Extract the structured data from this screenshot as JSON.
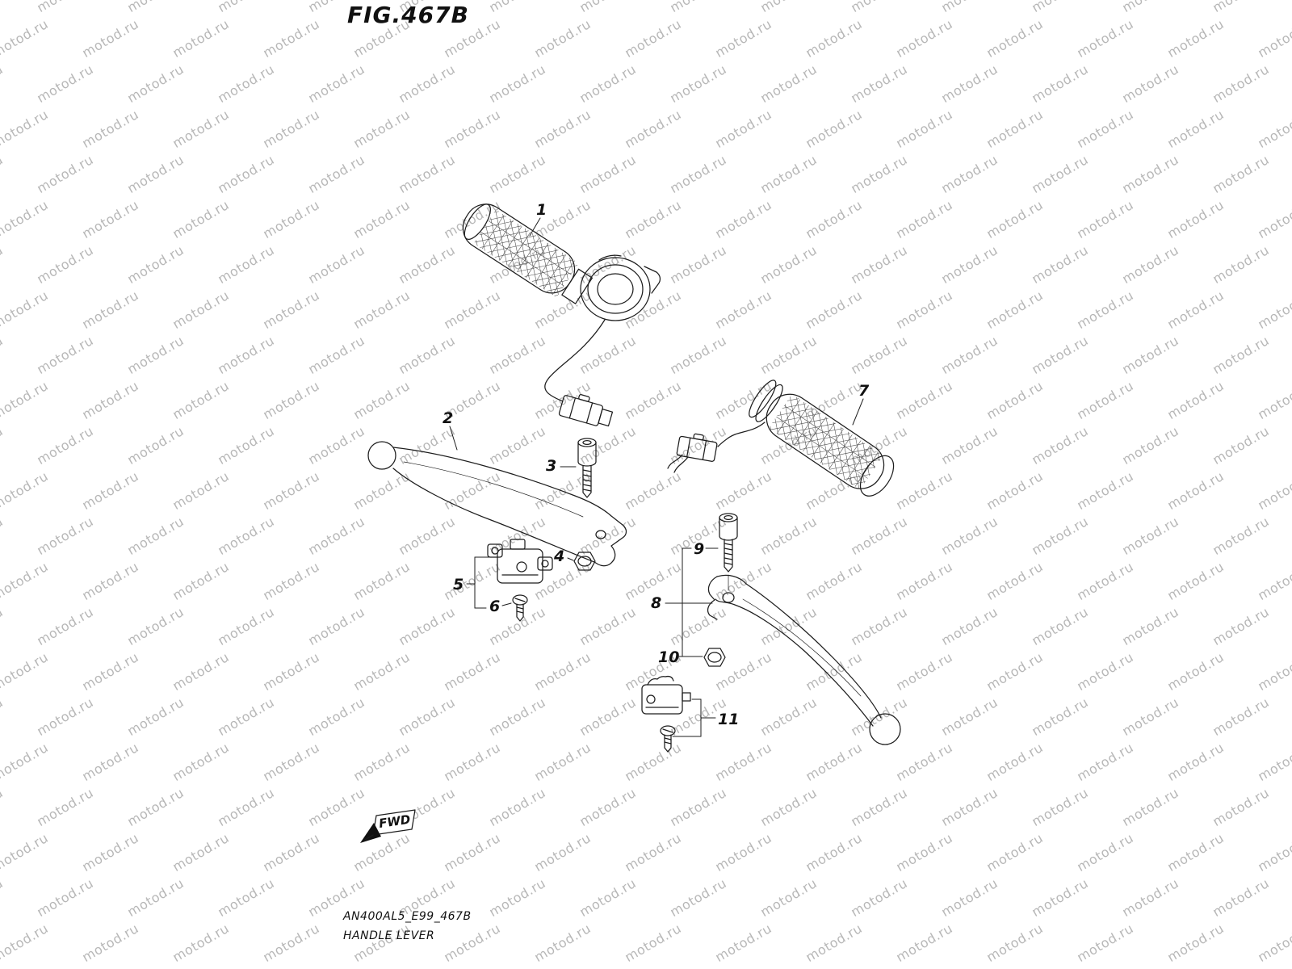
{
  "page": {
    "title": "FIG.467B",
    "footer_code": "AN400AL5_E99_467B",
    "footer_title": "HANDLE LEVER",
    "fwd_label": "FWD"
  },
  "watermark": {
    "text": "motod.ru"
  },
  "callouts": [
    "1",
    "2",
    "3",
    "4",
    "5",
    "6",
    "7",
    "8",
    "9",
    "10",
    "11"
  ]
}
